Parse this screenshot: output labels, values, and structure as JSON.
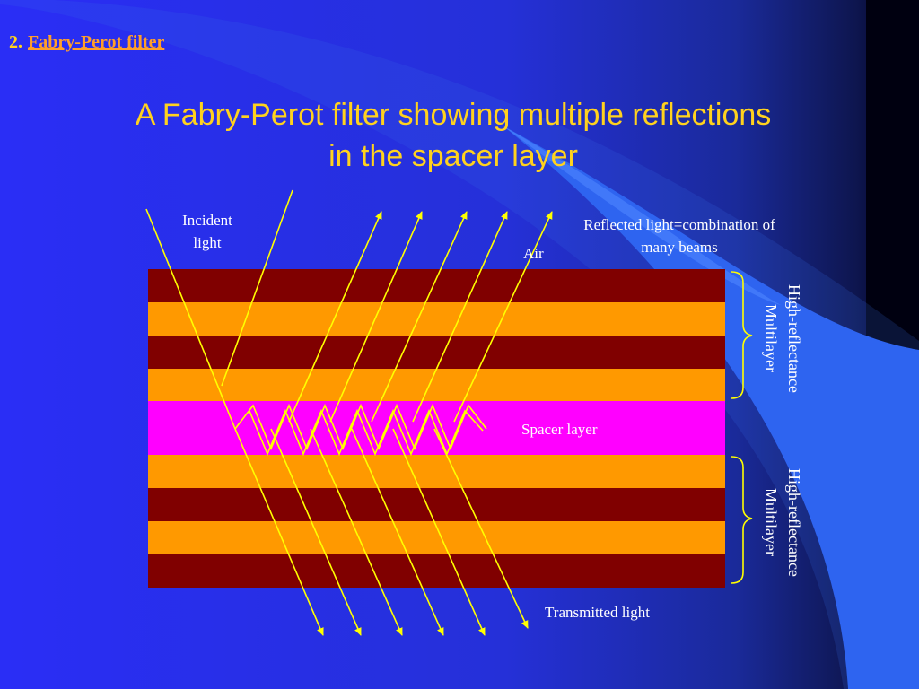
{
  "slide": {
    "number": "2.",
    "section_link": "Fabry-Perot filter",
    "title_line1": "A Fabry-Perot filter showing multiple reflections",
    "title_line2": "in the spacer layer"
  },
  "diagram": {
    "incident_line1": "Incident",
    "incident_line2": "light",
    "air": "Air",
    "reflected_line1": "Reflected light=combination of",
    "reflected_line2": "many beams",
    "spacer": "Spacer layer",
    "transmitted": "Transmitted light",
    "upper_multilayer_line1": "High-reflectance",
    "upper_multilayer_line2": "Multilayer",
    "lower_multilayer_line1": "High-reflectance",
    "lower_multilayer_line2": "Multilayer"
  },
  "colors": {
    "dark_layer": "#800000",
    "light_layer": "#ff9900",
    "spacer_layer": "#ff00ff",
    "beam": "#ffff00",
    "bracket": "#ffff00",
    "background": "#2a2ef0",
    "title_text": "#ffd21e",
    "link_text": "#ff9f2a"
  }
}
